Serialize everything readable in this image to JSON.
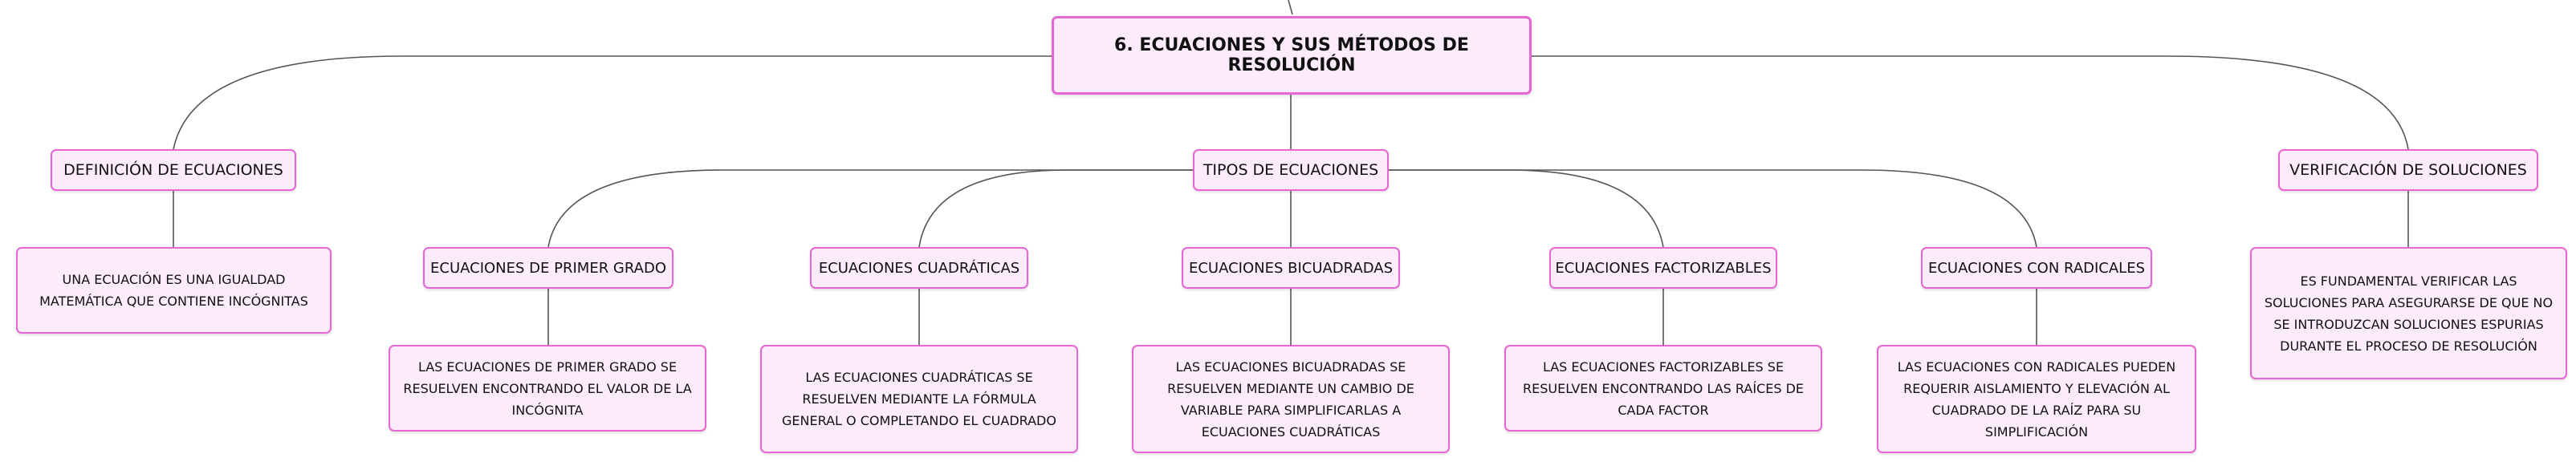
{
  "colors": {
    "border": "#e766d6",
    "fill": "#fcebfa",
    "line": "#555555"
  },
  "root": {
    "label": "6. ECUACIONES Y SUS MÉTODOS DE RESOLUCIÓN"
  },
  "definicion": {
    "label": "DEFINICIÓN DE ECUACIONES",
    "text": "UNA ECUACIÓN ES UNA IGUALDAD MATEMÁTICA QUE CONTIENE INCÓGNITAS"
  },
  "tipos": {
    "label": "TIPOS DE ECUACIONES",
    "items": [
      {
        "label": "ECUACIONES DE PRIMER GRADO",
        "text": "LAS ECUACIONES DE PRIMER GRADO SE RESUELVEN ENCONTRANDO EL VALOR DE LA INCÓGNITA"
      },
      {
        "label": "ECUACIONES CUADRÁTICAS",
        "text": "LAS ECUACIONES CUADRÁTICAS SE RESUELVEN MEDIANTE LA FÓRMULA GENERAL O COMPLETANDO EL CUADRADO"
      },
      {
        "label": "ECUACIONES BICUADRADAS",
        "text": "LAS ECUACIONES BICUADRADAS SE RESUELVEN MEDIANTE UN CAMBIO DE VARIABLE PARA SIMPLIFICARLAS A ECUACIONES CUADRÁTICAS"
      },
      {
        "label": "ECUACIONES FACTORIZABLES",
        "text": "LAS ECUACIONES FACTORIZABLES SE RESUELVEN ENCONTRANDO LAS RAÍCES DE CADA FACTOR"
      },
      {
        "label": "ECUACIONES CON RADICALES",
        "text": "LAS ECUACIONES CON RADICALES PUEDEN REQUERIR AISLAMIENTO Y ELEVACIÓN AL CUADRADO DE LA RAÍZ PARA SU SIMPLIFICACIÓN"
      }
    ]
  },
  "verificacion": {
    "label": "VERIFICACIÓN DE SOLUCIONES",
    "text": "ES FUNDAMENTAL VERIFICAR LAS SOLUCIONES PARA ASEGURARSE DE QUE NO SE INTRODUZCAN SOLUCIONES ESPURIAS DURANTE EL PROCESO DE RESOLUCIÓN"
  }
}
